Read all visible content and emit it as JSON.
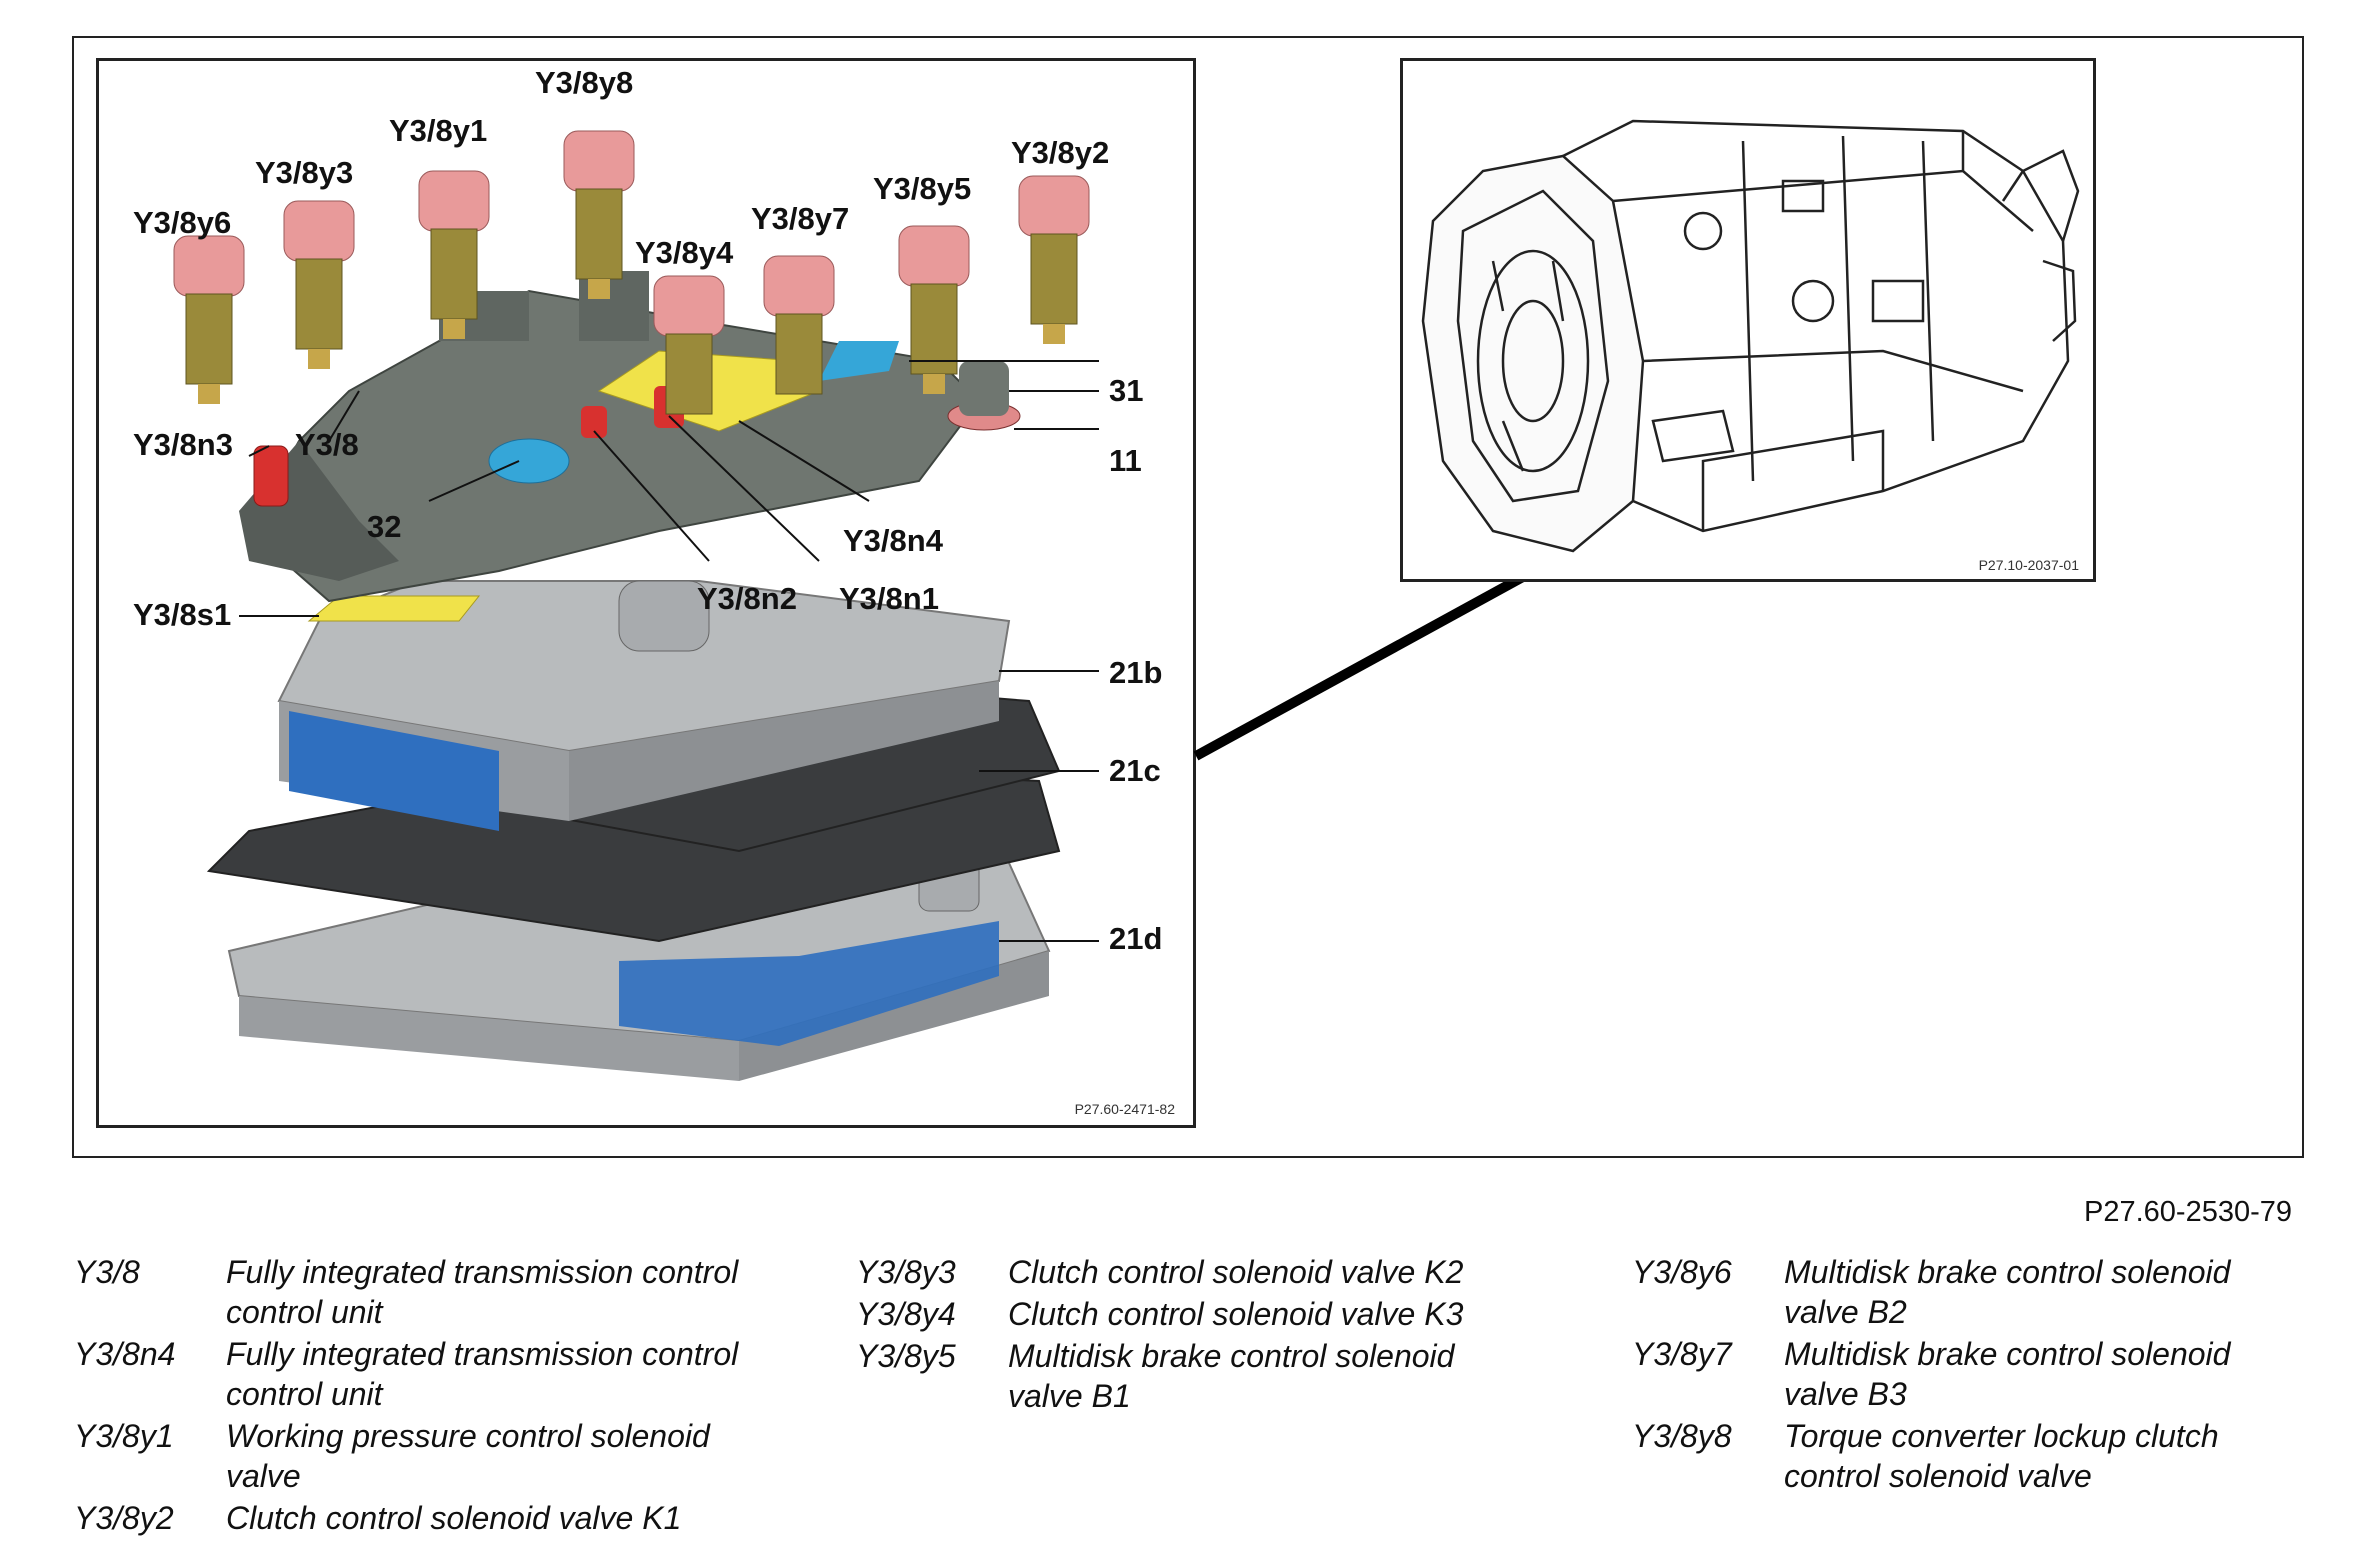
{
  "diagram": {
    "callouts": {
      "y6": "Y3/8y6",
      "y3": "Y3/8y3",
      "y1": "Y3/8y1",
      "y8": "Y3/8y8",
      "y4": "Y3/8y4",
      "y7": "Y3/8y7",
      "y5": "Y3/8y5",
      "y2": "Y3/8y2",
      "n3": "Y3/8n3",
      "y38": "Y3/8",
      "c31": "31",
      "c11": "11",
      "c32": "32",
      "n4": "Y3/8n4",
      "n2": "Y3/8n2",
      "n1": "Y3/8n1",
      "s1": "Y3/8s1",
      "c21b": "21b",
      "c21c": "21c",
      "c21d": "21d"
    },
    "left_ref": "P27.60-2471-82",
    "right_ref": "P27.10-2037-01",
    "figure_code": "P27.60-2530-79",
    "colors": {
      "solenoid_cap": "#e89a9a",
      "solenoid_body": "#9a8a3a",
      "housing": "#6f7670",
      "valve_body": "#b8bbbd",
      "plate": "#3a3c3e",
      "blue_seal": "#2f6fbf",
      "yellow_board": "#f0e24a",
      "red_sensor": "#d8312f",
      "cyan_part": "#35a6d8"
    }
  },
  "legend": [
    {
      "code": "Y3/8",
      "desc": "Fully integrated transmission control control unit"
    },
    {
      "code": "Y3/8n4",
      "desc": "Fully integrated transmission control control unit"
    },
    {
      "code": "Y3/8y1",
      "desc": "Working pressure control solenoid valve"
    },
    {
      "code": "Y3/8y2",
      "desc": "Clutch control solenoid valve K1"
    },
    {
      "code": "Y3/8y3",
      "desc": "Clutch control solenoid valve K2"
    },
    {
      "code": "Y3/8y4",
      "desc": "Clutch control solenoid valve K3"
    },
    {
      "code": "Y3/8y5",
      "desc": "Multidisk brake control solenoid valve B1"
    },
    {
      "code": "Y3/8y6",
      "desc": "Multidisk brake control solenoid valve B2"
    },
    {
      "code": "Y3/8y7",
      "desc": "Multidisk brake control solenoid valve B3"
    },
    {
      "code": "Y3/8y8",
      "desc": "Torque converter lockup clutch control solenoid valve"
    }
  ]
}
